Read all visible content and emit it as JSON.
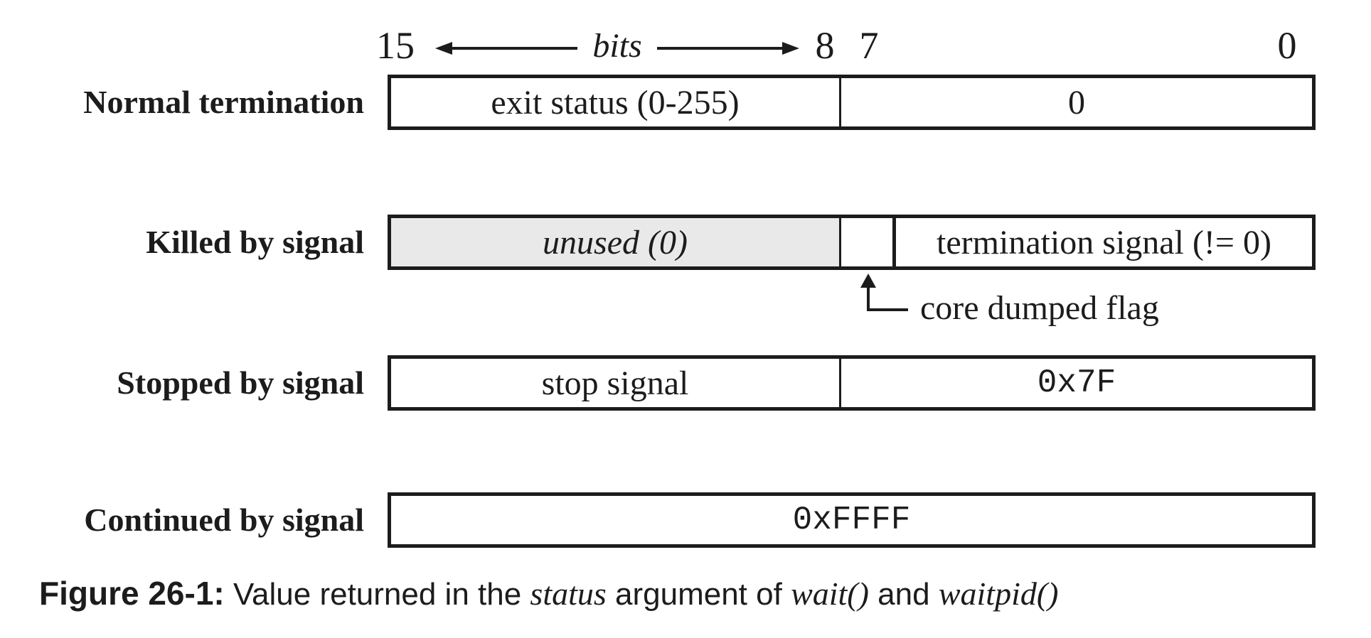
{
  "figure": {
    "axis": {
      "bit15": "15",
      "bits_label": "bits",
      "bit8": "8",
      "bit7": "7",
      "bit0": "0"
    },
    "rows": [
      {
        "label": "Normal termination",
        "cells": [
          {
            "text": "exit status (0-255)"
          },
          {
            "text": "0"
          }
        ]
      },
      {
        "label": "Killed by signal",
        "cells": [
          {
            "text": "unused (0)"
          },
          {
            "text": ""
          },
          {
            "text": "termination signal (!= 0)"
          }
        ]
      },
      {
        "label": "Stopped by signal",
        "cells": [
          {
            "text": "stop signal"
          },
          {
            "text": "0x7F"
          }
        ]
      },
      {
        "label": "Continued by signal",
        "cells": [
          {
            "text": "0xFFFF"
          }
        ]
      }
    ],
    "annotation": {
      "core_dumped_flag": "core dumped flag"
    },
    "caption": {
      "prefix": "Figure 26-1:",
      "t1": " Value returned in the ",
      "i1": "status",
      "t2": " argument of ",
      "i2": "wait()",
      "t3": " and ",
      "i3": "waitpid()"
    },
    "colors": {
      "ink": "#1c1c1c",
      "shaded_cell": "#e9e9e9",
      "background": "#ffffff"
    }
  }
}
